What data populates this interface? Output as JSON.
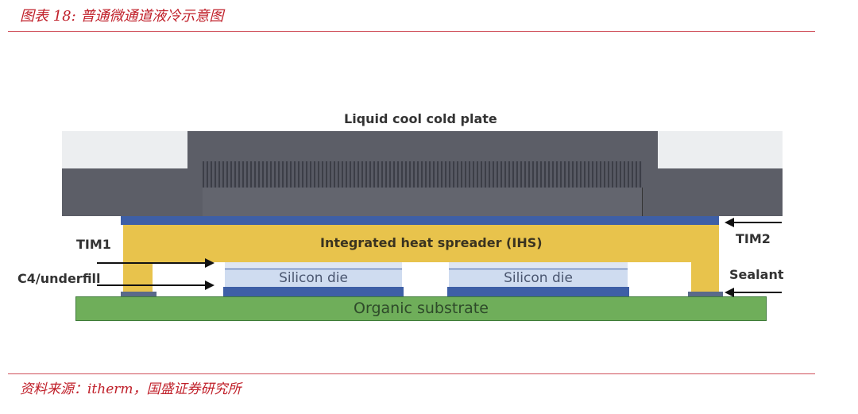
{
  "header": {
    "caption": "图表 18:  普通微通道液冷示意图"
  },
  "diagram": {
    "cold_plate_label": "Liquid cool cold plate",
    "ihs_label": "Integrated heat spreader (IHS)",
    "die_labels": [
      "Silicon die",
      "Silicon die"
    ],
    "substrate_label": "Organic substrate",
    "tim1_label": "TIM1",
    "c4_label": "C4/underfill",
    "tim2_label": "TIM2",
    "sealant_label": "Sealant",
    "colors": {
      "cold_plate": "#5c5e67",
      "ihs": "#e8c34c",
      "tim": "#3e5fa6",
      "die": "#cfdcf0",
      "substrate": "#6fae5a"
    }
  },
  "footer": {
    "source": "资料来源：itherm，国盛证券研究所"
  }
}
